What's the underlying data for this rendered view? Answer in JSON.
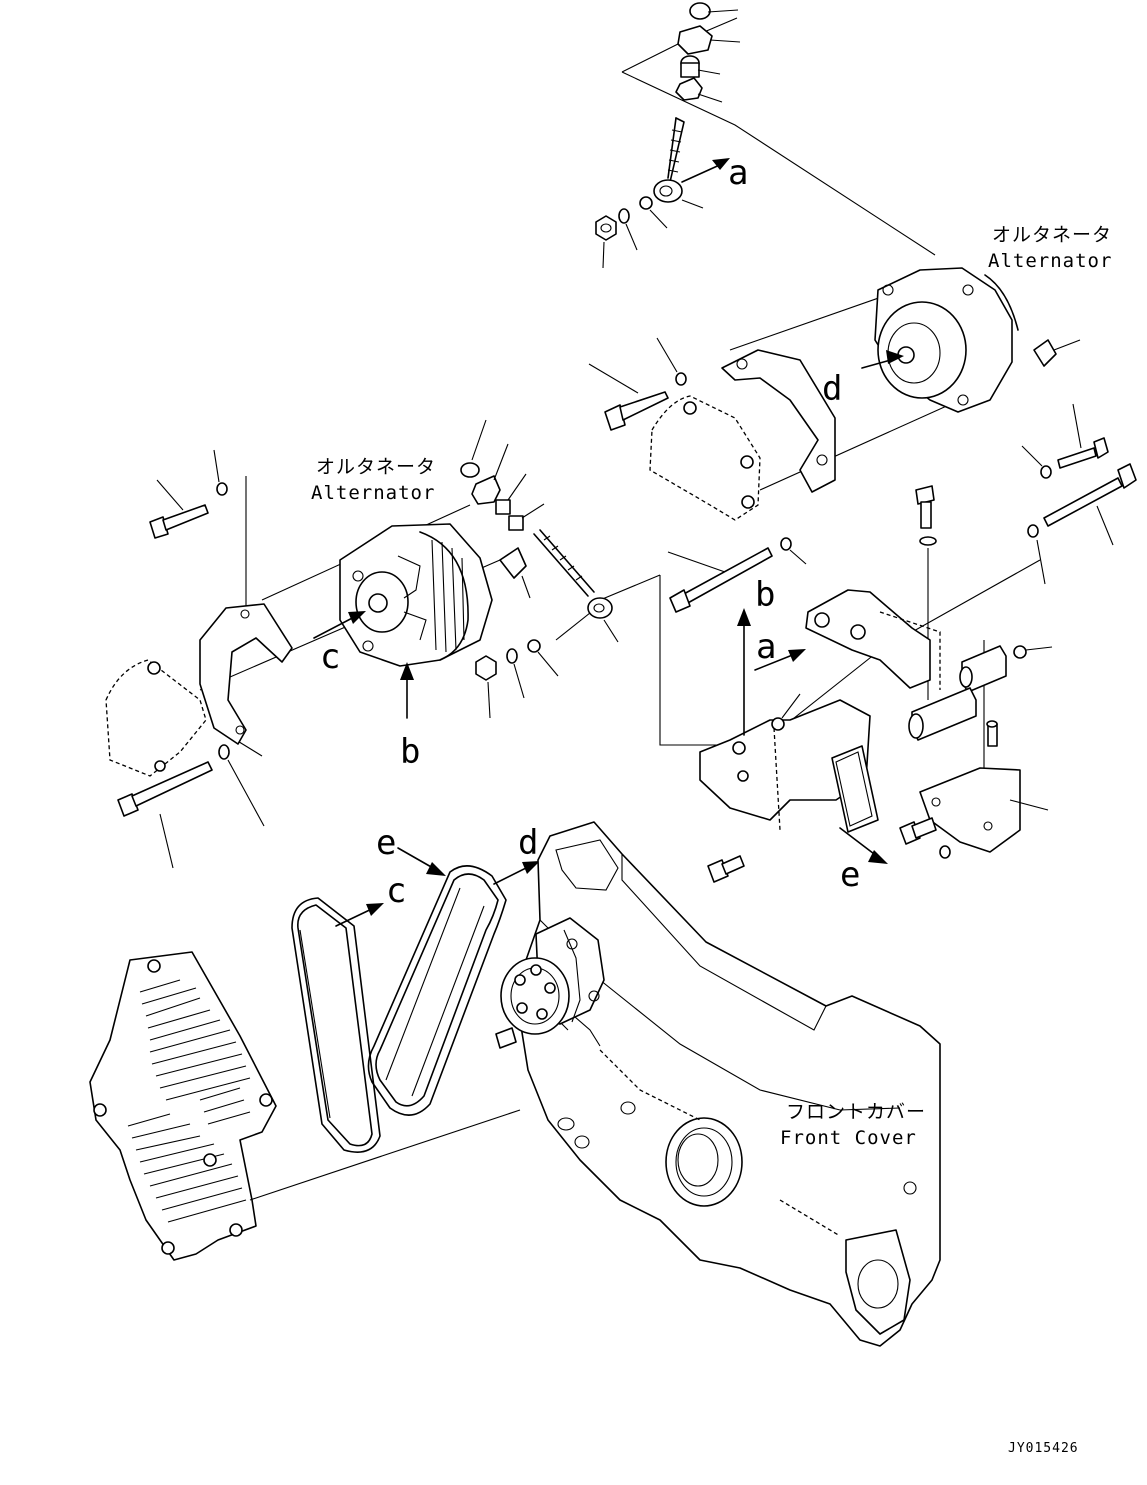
{
  "labels": {
    "alternator_top": {
      "jp": "オルタネータ",
      "en": "Alternator"
    },
    "alternator_left": {
      "jp": "オルタネータ",
      "en": "Alternator"
    },
    "front_cover": {
      "jp": "フロントカバー",
      "en": "Front Cover"
    },
    "letters": {
      "a_top": "a",
      "a_bracket": "a",
      "b_alt": "b",
      "b_bracket": "b",
      "c_alt": "c",
      "c_belt": "c",
      "d_alt": "d",
      "d_belt": "d",
      "e_belt": "e",
      "e_bracket": "e"
    },
    "drawing_code": "JY015426"
  }
}
